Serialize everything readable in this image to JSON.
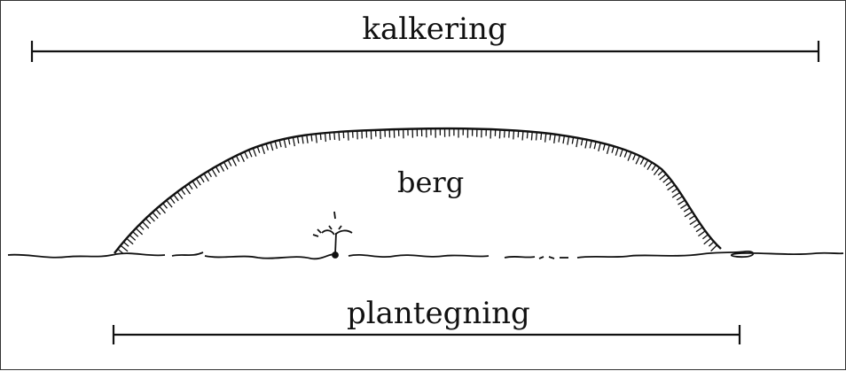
{
  "labels": {
    "top": "kalkering",
    "center": "berg",
    "bottom": "plantegning"
  },
  "colors": {
    "ink": "#111111",
    "background": "#ffffff"
  }
}
